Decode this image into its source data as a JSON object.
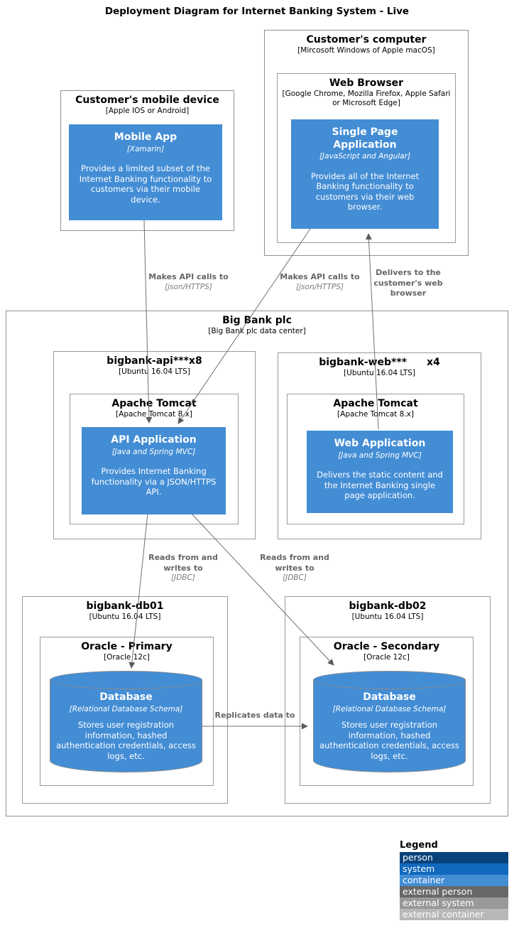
{
  "diagram_title": "Deployment Diagram for Internet Banking System - Live",
  "nodes": {
    "mobile_device": {
      "title": "Customer's mobile device",
      "tech": "[Apple IOS or Android]",
      "app": {
        "title": "Mobile App",
        "tech": "[Xamarin]",
        "description": "Provides a limited subset of the Internet Banking functionality to customers via their mobile device."
      }
    },
    "customer_computer": {
      "title": "Customer's computer",
      "tech": "[Mircosoft Windows of Apple macOS]",
      "web_browser": {
        "title": "Web Browser",
        "tech": "[Google Chrome, Mozilla Firefox, Apple Safari or Microsoft Edge]",
        "spa": {
          "title": "Single Page Application",
          "tech": "[JavaScript and Angular]",
          "description": "Provides all of the Internet Banking functionality to customers via their web browser."
        }
      }
    },
    "big_bank": {
      "title": "Big Bank plc",
      "tech": "[Big Bank plc data center]"
    },
    "bigbank_api": {
      "title": "bigbank-api***x8",
      "tech": "[Ubuntu 16.04 LTS]",
      "tomcat": {
        "title": "Apache Tomcat",
        "tech": "[Apache Tomcat 8.x]",
        "app": {
          "title": "API Application",
          "tech": "[Java and Spring MVC]",
          "description": "Provides Internet Banking functionality via a JSON/HTTPS API."
        }
      }
    },
    "bigbank_web": {
      "title": "bigbank-web***",
      "multiplier": "x4",
      "tech": "[Ubuntu 16.04 LTS]",
      "tomcat": {
        "title": "Apache Tomcat",
        "tech": "[Apache Tomcat 8.x]",
        "app": {
          "title": "Web Application",
          "tech": "[Java and Spring MVC]",
          "description": "Delivers the static content and the Internet Banking single page application."
        }
      }
    },
    "bigbank_db01": {
      "title": "bigbank-db01",
      "tech": "[Ubuntu 16.04 LTS]",
      "oracle": {
        "title": "Oracle - Primary",
        "tech": "[Oracle 12c]",
        "database": {
          "title": "Database",
          "tech": "[Relational Database Schema]",
          "description": "Stores user registration information, hashed authentication credentials, access logs, etc."
        }
      }
    },
    "bigbank_db02": {
      "title": "bigbank-db02",
      "tech": "[Ubuntu 16.04 LTS]",
      "oracle": {
        "title": "Oracle - Secondary",
        "tech": "[Oracle 12c]",
        "database": {
          "title": "Database",
          "tech": "[Relational Database Schema]",
          "description": "Stores user registration information, hashed authentication credentials, access logs, etc."
        }
      }
    }
  },
  "relationships": {
    "mobile_to_api": {
      "label": "Makes API calls to",
      "tech": "[json/HTTPS]"
    },
    "spa_to_api": {
      "label": "Makes API calls to",
      "tech": "[json/HTTPS]"
    },
    "web_to_spa": {
      "label": "Delivers to the customer's web browser"
    },
    "api_to_db01": {
      "label": "Reads from and writes to",
      "tech": "[JDBC]"
    },
    "api_to_db02": {
      "label": "Reads from and writes to",
      "tech": "[JDBC]"
    },
    "db01_to_db02": {
      "label": "Replicates data to"
    }
  },
  "legend": {
    "title": "Legend",
    "items": [
      {
        "label": "person",
        "color": "#08427b"
      },
      {
        "label": "system",
        "color": "#1168bd"
      },
      {
        "label": "container",
        "color": "#438dd5"
      },
      {
        "label": "external person",
        "color": "#686868"
      },
      {
        "label": "external system",
        "color": "#999999"
      },
      {
        "label": "external container",
        "color": "#b8b8b8"
      }
    ]
  },
  "colors": {
    "container_fill": "#438dd5",
    "connector_line": "#707070",
    "arrowhead": "#5a5a5a",
    "node_border": "#919191",
    "label_text": "#666666"
  }
}
